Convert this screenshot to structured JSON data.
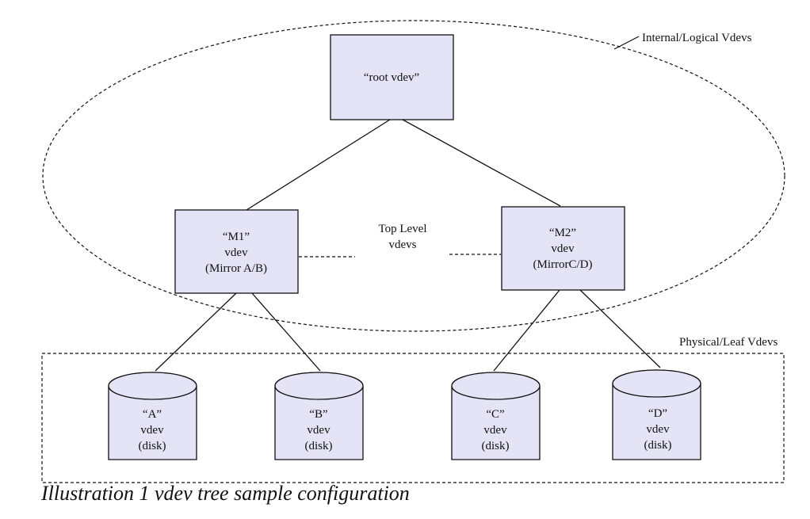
{
  "colors": {
    "node_fill": "#e4e4f6",
    "stroke": "#111111",
    "background": "#ffffff"
  },
  "labels": {
    "internal_vdevs": "Internal/Logical Vdevs",
    "physical_vdevs": "Physical/Leaf Vdevs",
    "top_level": [
      "Top Level",
      "vdevs"
    ]
  },
  "nodes": {
    "root": {
      "lines": [
        "“root vdev”"
      ]
    },
    "m1": {
      "lines": [
        "“M1”",
        "vdev",
        "(Mirror A/B)"
      ]
    },
    "m2": {
      "lines": [
        "“M2”",
        "vdev",
        "(MirrorC/D)"
      ]
    },
    "disk_a": {
      "lines": [
        "“A”",
        "vdev",
        "(disk)"
      ]
    },
    "disk_b": {
      "lines": [
        "“B”",
        "vdev",
        "(disk)"
      ]
    },
    "disk_c": {
      "lines": [
        "“C”",
        "vdev",
        "(disk)"
      ]
    },
    "disk_d": {
      "lines": [
        "“D”",
        "vdev",
        "(disk)"
      ]
    }
  },
  "caption": "Illustration 1 vdev tree sample configuration"
}
